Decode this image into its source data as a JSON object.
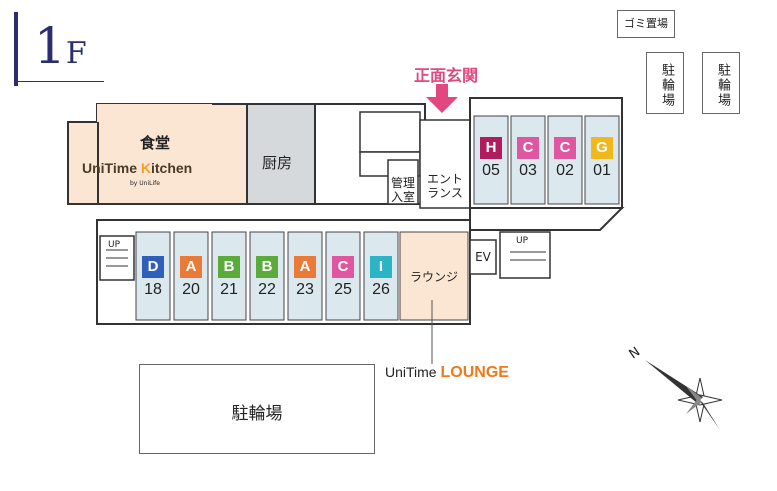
{
  "floor": {
    "number": "1",
    "suffix": "F"
  },
  "entrance": {
    "label": "正面玄関",
    "color": "#e2477f"
  },
  "rooms": {
    "dining": "食堂",
    "kitchen": "厨房",
    "admin": "管理\n入室",
    "entrance_hall": "エント\nランス",
    "lounge": "ラウンジ",
    "ev": "EV",
    "trash": "ゴミ置場",
    "bike_parking": "駐輪場",
    "bike_small_1": "駐輪場",
    "bike_small_2": "駐輪場"
  },
  "stairs": {
    "up_left": "UP",
    "up_right": "UP"
  },
  "logos": {
    "kitchen_prefix": "UniTime",
    "kitchen_k": "K",
    "kitchen_suffix": "itchen",
    "kitchen_sub": "by UniLife",
    "lounge_prefix": "UniTime",
    "lounge_suffix": "LOUNGE"
  },
  "colors": {
    "D": "#2f5fb8",
    "A": "#ea7a37",
    "B": "#5aab3a",
    "C": "#e057a1",
    "I": "#2bb3c6",
    "H": "#b01c5e",
    "G": "#f0b81a",
    "room_blue": "#dbe9ee",
    "dining": "#fbe6d4",
    "kitchen_room": "#d5d9db",
    "lounge_room": "#fbe6d4"
  },
  "units_top": [
    {
      "letter": "H",
      "number": "05",
      "color": "#b01c5e"
    },
    {
      "letter": "C",
      "number": "03",
      "color": "#e057a1"
    },
    {
      "letter": "C",
      "number": "02",
      "color": "#e057a1"
    },
    {
      "letter": "G",
      "number": "01",
      "color": "#f0b81a"
    }
  ],
  "units_bottom": [
    {
      "letter": "D",
      "number": "18",
      "color": "#2f5fb8"
    },
    {
      "letter": "A",
      "number": "20",
      "color": "#ea7a37"
    },
    {
      "letter": "B",
      "number": "21",
      "color": "#5aab3a"
    },
    {
      "letter": "B",
      "number": "22",
      "color": "#5aab3a"
    },
    {
      "letter": "A",
      "number": "23",
      "color": "#ea7a37"
    },
    {
      "letter": "C",
      "number": "25",
      "color": "#e057a1"
    },
    {
      "letter": "I",
      "number": "26",
      "color": "#2bb3c6"
    }
  ],
  "compass": {
    "label": "N"
  }
}
